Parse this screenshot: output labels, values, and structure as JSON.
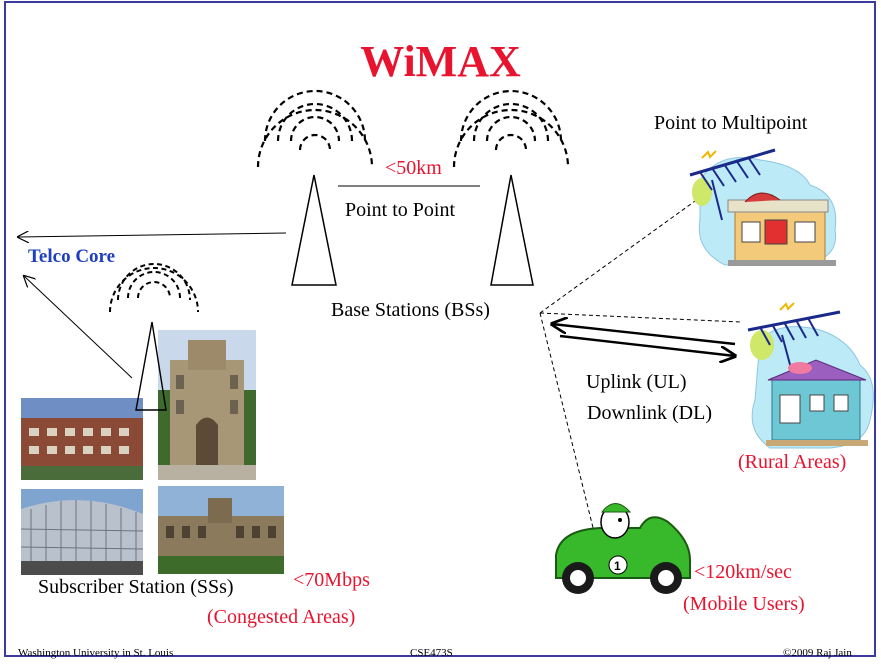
{
  "title": "WiMAX",
  "labels": {
    "distance": "<50km",
    "p2p": "Point to Point",
    "p2mp": "Point to Multipoint",
    "telco": "Telco Core",
    "base_stations": "Base Stations (BSs)",
    "uplink": "Uplink (UL)",
    "downlink": "Downlink (DL)",
    "rural": "(Rural Areas)",
    "subscriber": "Subscriber Station (SSs)",
    "rate": "<70Mbps",
    "congested": "(Congested Areas)",
    "speed": "<120km/sec",
    "mobile": "(Mobile Users)"
  },
  "footer": {
    "left": "Washington University in St. Louis",
    "center": "CSE473S",
    "right": "©2009 Raj Jain"
  },
  "colors": {
    "title": "#e8132f",
    "red_text": "#e8132f",
    "blue_text": "#1f3fbf",
    "frame": "#3a3aa0"
  },
  "icons": [
    "antenna-tower-icon",
    "satellite-dish-house-icon",
    "mobile-car-icon",
    "building-photo"
  ]
}
